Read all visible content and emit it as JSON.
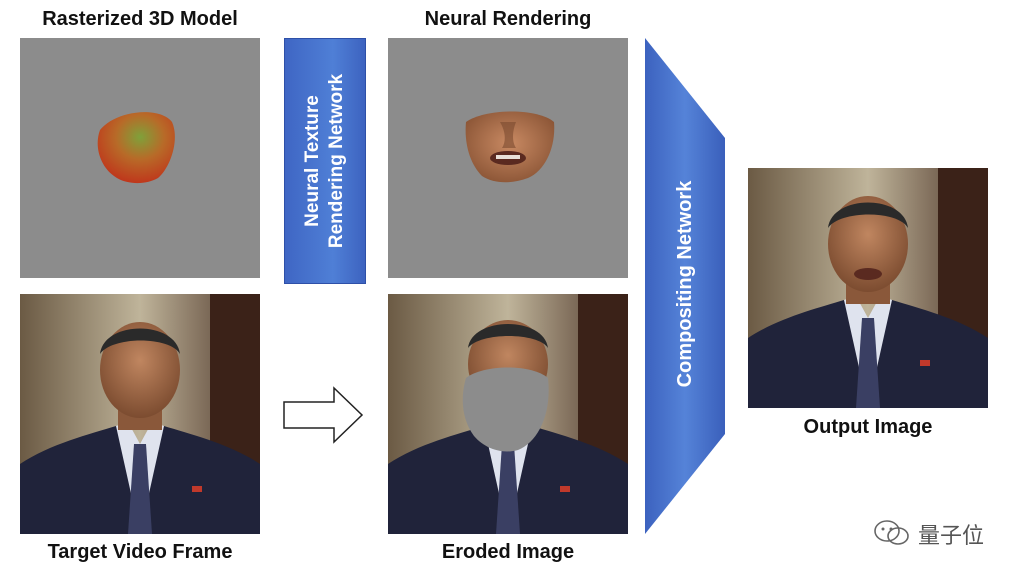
{
  "labels": {
    "rasterized": "Rasterized 3D Model",
    "neural_rendering": "Neural Rendering",
    "target_frame": "Target Video Frame",
    "eroded": "Eroded Image",
    "output": "Output Image"
  },
  "networks": {
    "texture_line1": "Neural Texture",
    "texture_line2": "Rendering Network",
    "compositing": "Compositing Network"
  },
  "watermark": "量子位",
  "colors": {
    "panel_gray": "#8c8c8c",
    "network_blue": "#4472c4"
  }
}
